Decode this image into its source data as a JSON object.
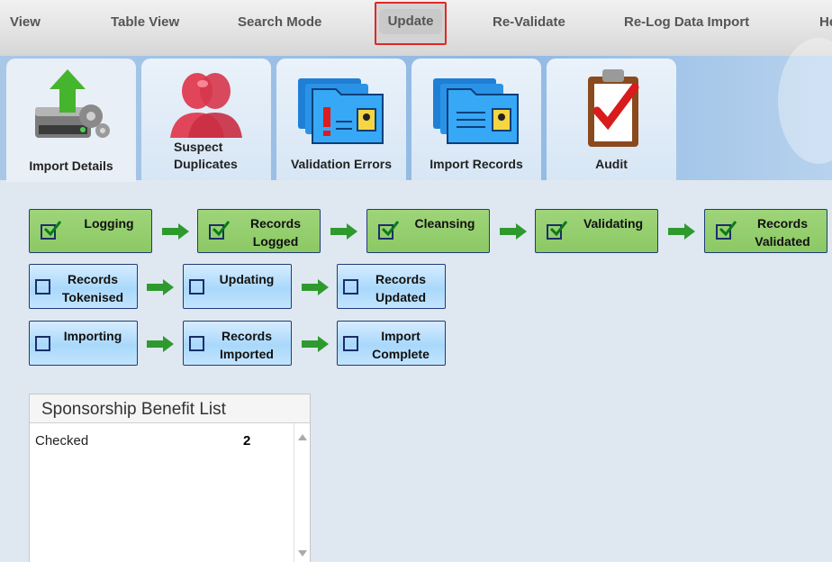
{
  "menu": {
    "items": [
      "View",
      "Table View",
      "Search Mode",
      "Update",
      "Re-Validate",
      "Re-Log Data Import",
      "He"
    ]
  },
  "tabs": [
    {
      "label": "Import Details",
      "icon": "server-upload-icon"
    },
    {
      "label": "Suspect Duplicates",
      "icon": "duplicate-people-icon"
    },
    {
      "label": "Validation Errors",
      "icon": "error-folder-icon"
    },
    {
      "label": "Import Records",
      "icon": "records-folder-icon"
    },
    {
      "label": "Audit",
      "icon": "clipboard-check-icon"
    }
  ],
  "workflow": {
    "row1": [
      {
        "label": "Logging",
        "checked": true
      },
      {
        "label": "Records Logged",
        "checked": true
      },
      {
        "label": "Cleansing",
        "checked": true
      },
      {
        "label": "Validating",
        "checked": true
      },
      {
        "label": "Records Validated",
        "checked": true
      }
    ],
    "row2": [
      {
        "label": "Records Tokenised",
        "checked": false
      },
      {
        "label": "Updating",
        "checked": false
      },
      {
        "label": "Records Updated",
        "checked": false
      }
    ],
    "row3": [
      {
        "label": "Importing",
        "checked": false
      },
      {
        "label": "Records Imported",
        "checked": false
      },
      {
        "label": "Import Complete",
        "checked": false
      }
    ]
  },
  "panel": {
    "title": "Sponsorship Benefit List",
    "rows": [
      {
        "label": "Checked",
        "count": "2"
      }
    ]
  },
  "colors": {
    "done": "#8bc964",
    "todo": "#a9d8fb",
    "highlight": "#e02828",
    "arrow": "#2e9a2e"
  }
}
